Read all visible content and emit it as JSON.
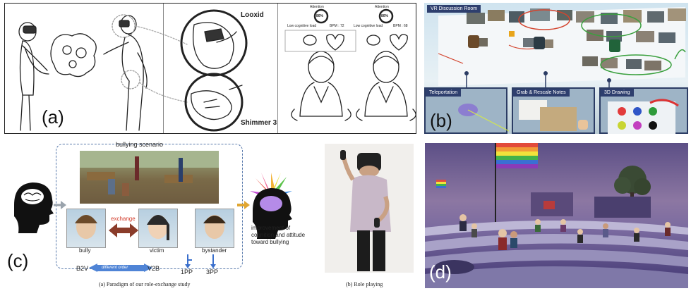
{
  "panels": {
    "a": {
      "label": "(a)",
      "looxid": "Looxid",
      "shimmer": "Shimmer 3",
      "readouts": [
        {
          "attention": "Attention",
          "pct": "80%",
          "load": "Low cognitive load",
          "bpm": "BPM : 72"
        },
        {
          "attention": "Attention",
          "pct": "80%",
          "load": "Low cognitive load",
          "bpm": "BPM : 68"
        }
      ]
    },
    "b": {
      "label": "(b)",
      "title": "VR Discussion Room",
      "boxes": [
        "Teleportation",
        "Grab & Rescale Notes",
        "3D Drawing"
      ],
      "palette": [
        "#e23b3b",
        "#2f55c7",
        "#2e9b3a",
        "#c8d533",
        "#c23fbf",
        "#111111"
      ]
    },
    "c": {
      "label": "(c)",
      "scenario": "bullying scenario",
      "exchange": "exchange",
      "roles": [
        "bully",
        "victim",
        "bystander"
      ],
      "views": [
        "B2V",
        "V2B",
        "1PP",
        "3PP"
      ],
      "different_order": "different order",
      "improvement": "improvement of cognition and attitude toward bullying",
      "caption_a": "(a) Paradigm of our role-exchange study",
      "caption_b": "(b) Role playing"
    },
    "d": {
      "label": "(d)"
    }
  }
}
